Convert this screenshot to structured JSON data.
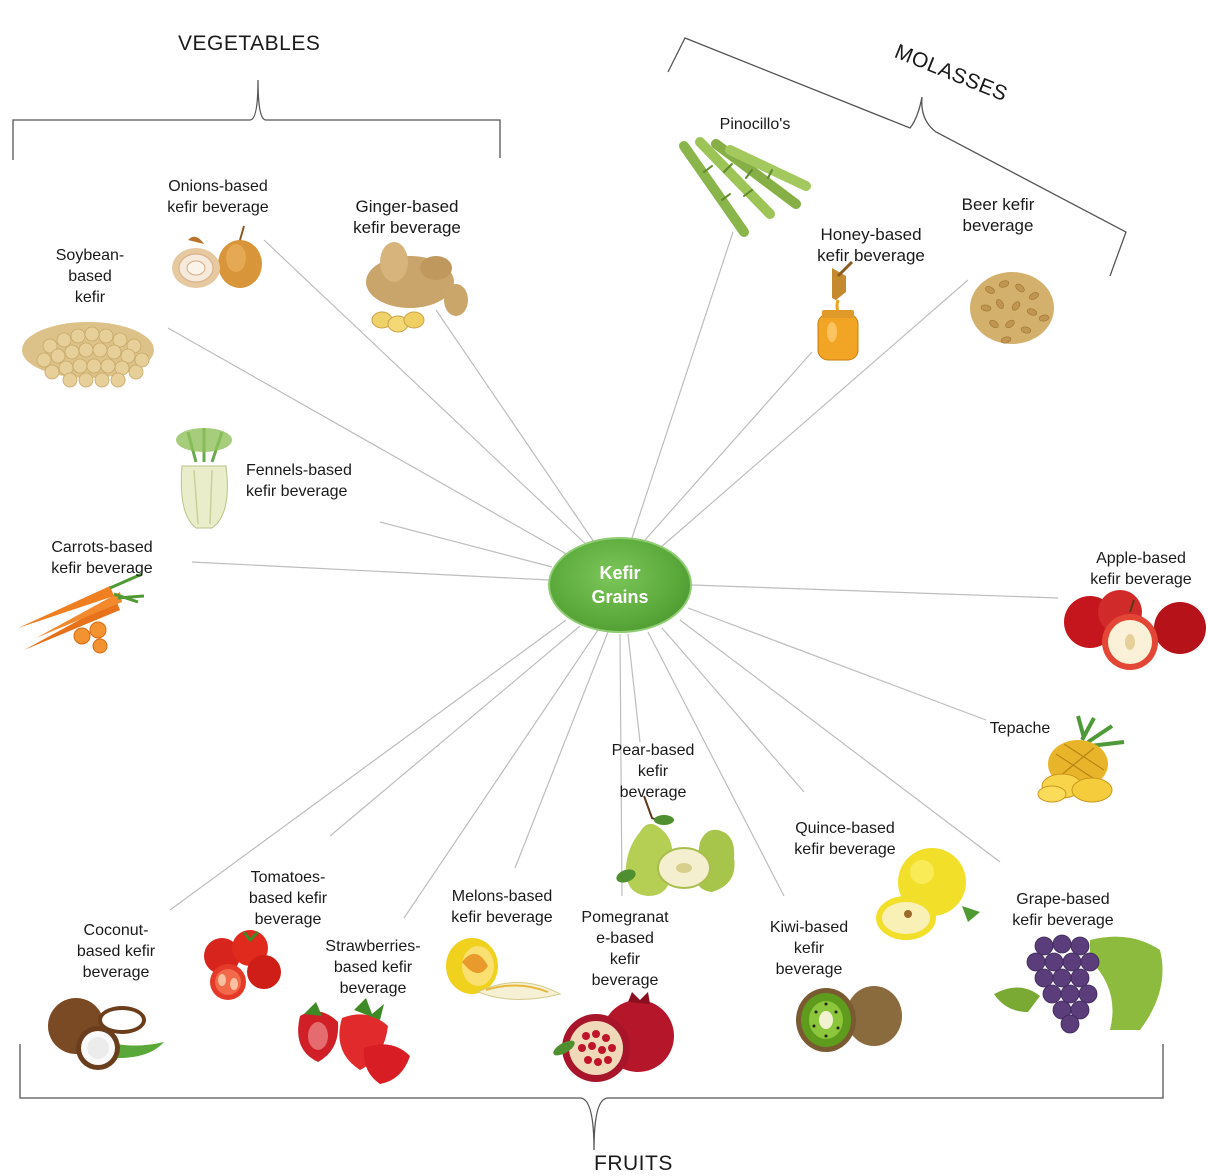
{
  "hub": {
    "label": "Kefir\nGrains"
  },
  "groups": {
    "vegetables": "VEGETABLES",
    "molasses": "MOLASSES",
    "fruits": "FRUITS"
  },
  "items": {
    "onions": "Onions-based\nkefir beverage",
    "ginger": "Ginger-based\nkefir beverage",
    "soybean": "Soybean-\nbased\nkefir",
    "fennels": "Fennels-based\nkefir beverage",
    "carrots": "Carrots-based\nkefir beverage",
    "pinocillo": "Pinocillo's",
    "honey": "Honey-based\nkefir beverage",
    "beer": "Beer kefir\nbeverage",
    "apple": "Apple-based\nkefir beverage",
    "tepache": "Tepache",
    "pear": "Pear-based\nkefir\nbeverage",
    "quince": "Quince-based\nkefir beverage",
    "grape": "Grape-based\nkefir beverage",
    "kiwi": "Kiwi-based\nkefir\nbeverage",
    "pomegranate": "Pomegranat\ne-based\nkefir\nbeverage",
    "melons": "Melons-based\nkefir beverage",
    "strawberries": "Strawberries-\nbased kefir\nbeverage",
    "tomatoes": "Tomatoes-\nbased kefir\nbeverage",
    "coconut": "Coconut-\nbased kefir\nbeverage"
  },
  "colors": {
    "hub": "#5aa83a",
    "line": "#b8b8b8",
    "bracket": "#555555"
  }
}
